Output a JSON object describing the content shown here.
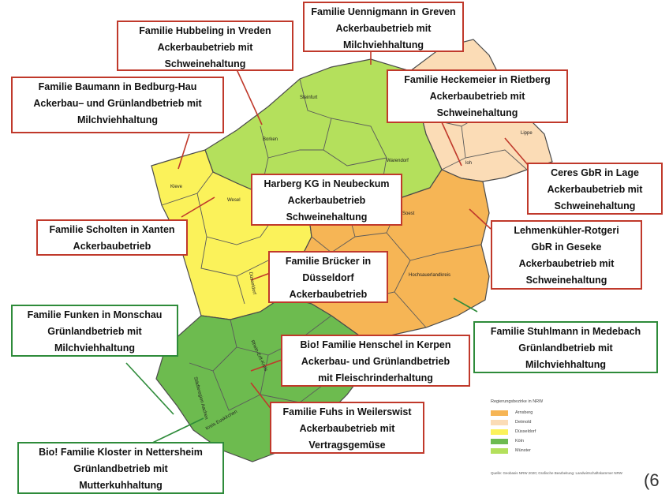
{
  "colors": {
    "arnsberg": "#f6b555",
    "detmold": "#fbdcb6",
    "duesseldorf": "#fbf25a",
    "koeln": "#6dbb4f",
    "muenster": "#b4e05c",
    "callout_border_red": "#c0392b",
    "callout_border_green": "#2e8b3a"
  },
  "district_labels": {
    "steinfurt": "Steinfurt",
    "borken": "Borken",
    "warendorf": "Warendorf",
    "lippe": "Lippe",
    "guetersloh": "loh",
    "kleve": "Kleve",
    "wesel": "Wesel",
    "soest": "Soest",
    "hochsauerland": "Hochsauerlandkreis",
    "duesseldorf": "Düsseldorf",
    "rhein_erft": "Rhein-Erft-Kreis",
    "staedteregion_aachen": "Städteregion Aachen",
    "euskirchen": "Kreis Euskirchen"
  },
  "callouts": {
    "hubbeling": [
      "Familie Hubbeling in Vreden",
      "Ackerbaubetrieb mit",
      "Schweinehaltung"
    ],
    "uennigmann": [
      "Familie Uennigmann in Greven",
      "Ackerbaubetrieb mit",
      "Milchviehhaltung"
    ],
    "baumann": [
      "Familie Baumann in Bedburg-Hau",
      "Ackerbau– und Grünlandbetrieb mit",
      "Milchviehhaltung"
    ],
    "heckemeier": [
      "Familie Heckemeier in Rietberg",
      "Ackerbaubetrieb mit",
      "Schweinehaltung"
    ],
    "ceres": [
      "Ceres GbR in Lage",
      "Ackerbaubetrieb mit",
      "Schweinehaltung"
    ],
    "harberg": [
      "Harberg KG in Neubeckum",
      "Ackerbaubetrieb",
      "Schweinehaltung"
    ],
    "scholten": [
      "Familie Scholten in Xanten",
      "Ackerbaubetrieb"
    ],
    "lehmenkuehler": [
      "Lehmenkühler-Rotgeri",
      "GbR in Geseke",
      "Ackerbaubetrieb mit",
      "Schweinehaltung"
    ],
    "bruecker": [
      "Familie Brücker in",
      "Düsseldorf",
      "Ackerbaubetrieb"
    ],
    "funken": [
      "Familie Funken in Monschau",
      "Grünlandbetrieb mit",
      "Milchviehhaltung"
    ],
    "stuhlmann": [
      "Familie Stuhlmann in Medebach",
      "Grünlandbetrieb mit",
      "Milchviehhaltung"
    ],
    "henschel": [
      "Bio! Familie Henschel in Kerpen",
      "Ackerbau- und Grünlandbetrieb",
      "mit Fleischrinderhaltung"
    ],
    "fuhs": [
      "Familie Fuhs in Weilerswist",
      "Ackerbaubetrieb mit",
      "Vertragsgemüse"
    ],
    "kloster": [
      "Bio! Familie Kloster in Nettersheim",
      "Grünlandbetrieb mit",
      "Mutterkuhhaltung"
    ]
  },
  "legend": {
    "title": "Regierungsbezirke in NRW",
    "items": [
      {
        "label": "Arnsberg",
        "color": "#f6b555"
      },
      {
        "label": "Detmold",
        "color": "#fbdcb6"
      },
      {
        "label": "Düsseldorf",
        "color": "#fbf25a"
      },
      {
        "label": "Köln",
        "color": "#6dbb4f"
      },
      {
        "label": "Münster",
        "color": "#b4e05c"
      }
    ]
  },
  "source_note": "Quelle: Geobasis NRW 2020; Grafische Bearbeitung: Landwirtschaftskammer NRW",
  "page_number": "(6"
}
